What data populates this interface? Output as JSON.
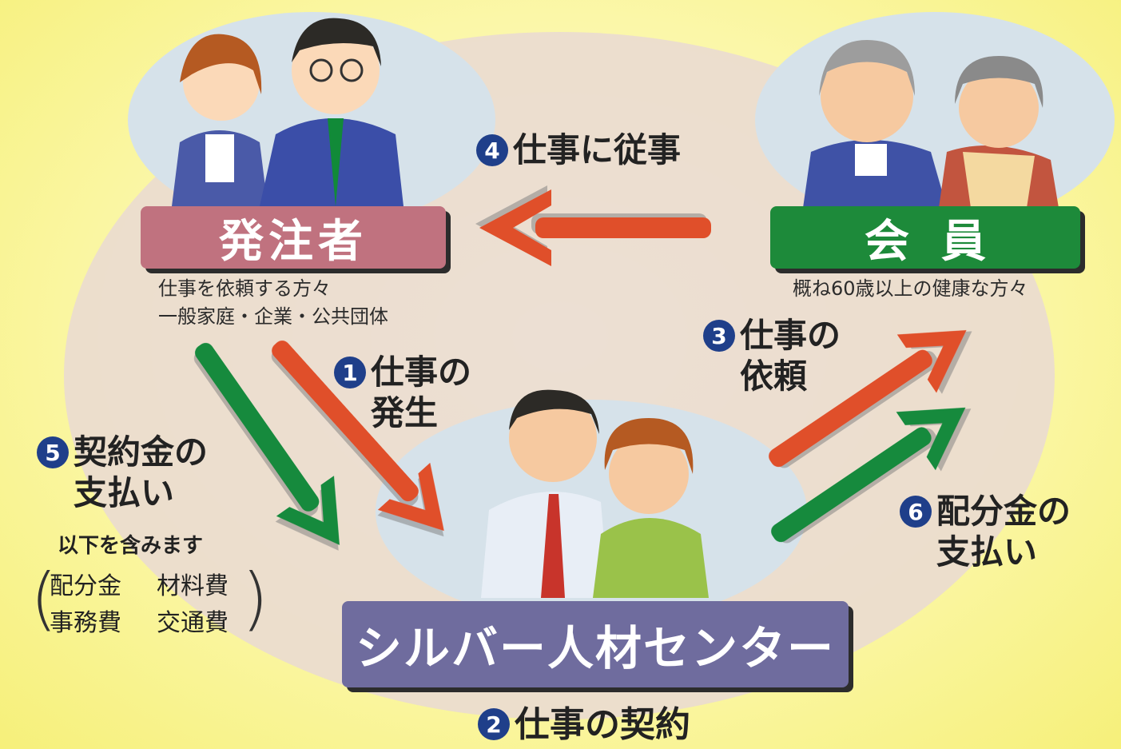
{
  "orderer": {
    "label": "発注者",
    "note_line1": "仕事を依頼する方々",
    "note_line2": "一般家庭・企業・公共団体"
  },
  "member": {
    "label": "会員",
    "note": "概ね60歳以上の健康な方々"
  },
  "center": {
    "label": "シルバー人材センター"
  },
  "steps": [
    {
      "num": "1",
      "text": "仕事の\n発生"
    },
    {
      "num": "2",
      "text": "仕事の契約"
    },
    {
      "num": "3",
      "text": "仕事の\n依頼"
    },
    {
      "num": "4",
      "text": "仕事に従事"
    },
    {
      "num": "5",
      "text": "契約金の\n支払い"
    },
    {
      "num": "6",
      "text": "配分金の\n支払い"
    }
  ],
  "payment_includes": {
    "heading": "以下を含みます",
    "items": [
      "配分金",
      "材料費",
      "事務費",
      "交通費"
    ]
  },
  "colors": {
    "arrow_red": "#e0502a",
    "arrow_green": "#128a3e",
    "orderer_box": "#c0727f",
    "member_box": "#1d8a3a",
    "center_box": "#6f6c9e",
    "step_badge": "#1f3f8a"
  }
}
